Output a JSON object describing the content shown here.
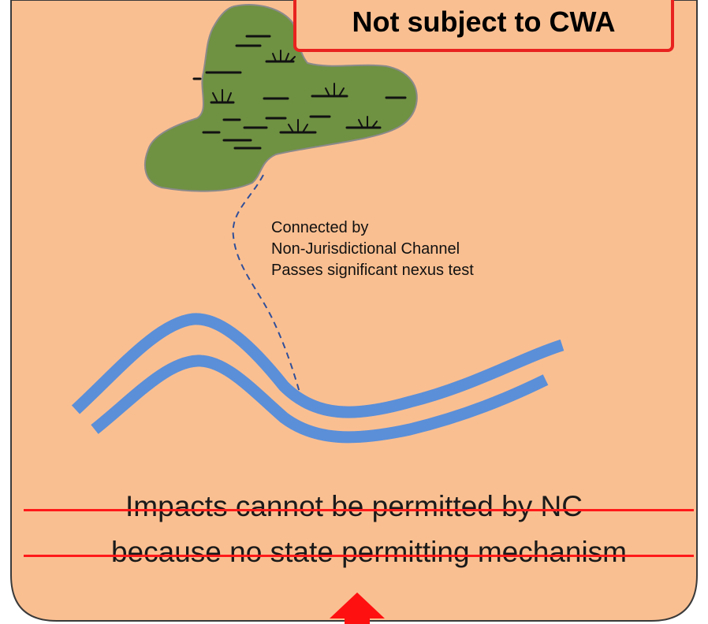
{
  "status_badge": {
    "label": "Not subject to CWA"
  },
  "connection_note": {
    "lines": [
      "Connected by",
      "Non-Jurisdictional Channel",
      "Passes significant nexus test"
    ]
  },
  "impact_statement": {
    "lines": [
      "Impacts cannot be permitted by NC",
      "because no state permitting mechanism"
    ],
    "struck_through": true
  },
  "colors": {
    "panel_fill": "#fabf91",
    "panel_border": "#3a3a3a",
    "badge_border": "#e8231f",
    "wetland_fill": "#6f9142",
    "wetland_border": "#8a8a8a",
    "stream_banks": "#5b8fd8",
    "strike_line": "#ff1a1a",
    "arrow": "#ff1010"
  },
  "icons": {
    "wetland": "wetland-marsh-icon",
    "stream": "stream-channel-icon",
    "connector": "dashed-connector-line",
    "arrow": "arrow-up-icon"
  }
}
